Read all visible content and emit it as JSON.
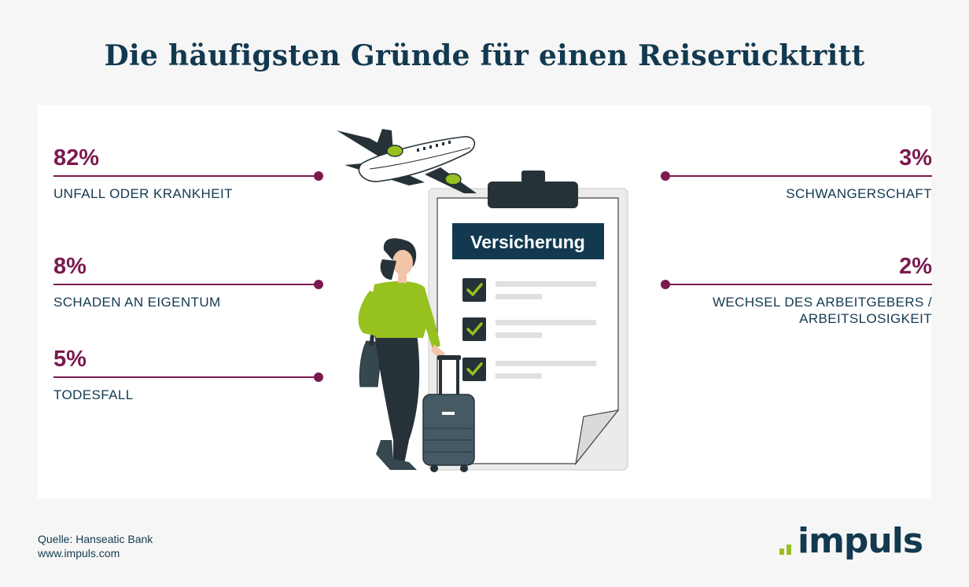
{
  "title": "Die häufigsten Gründe für einen Reiserücktritt",
  "chart_data": {
    "type": "table",
    "title": "Die häufigsten Gründe für einen Reiserücktritt",
    "categories": [
      "UNFALL ODER KRANKHEIT",
      "SCHADEN AN EIGENTUM",
      "TODESFALL",
      "SCHWANGERSCHAFT",
      "WECHSEL DES ARBEITGEBERS / ARBEITSLOSIGKEIT"
    ],
    "values": [
      82,
      8,
      5,
      3,
      2
    ],
    "unit": "%",
    "items": [
      {
        "value": "82%",
        "label": "UNFALL ODER KRANKHEIT"
      },
      {
        "value": "8%",
        "label": "SCHADEN AN EIGENTUM"
      },
      {
        "value": "5%",
        "label": "TODESFALL"
      },
      {
        "value": "3%",
        "label": "SCHWANGERSCHAFT"
      },
      {
        "value": "2%",
        "label": "WECHSEL DES ARBEITGEBERS /",
        "label2": "ARBEITSLOSIGKEIT"
      }
    ]
  },
  "illustration": {
    "clipboard_heading": "Versicherung",
    "icons": [
      "airplane-icon",
      "clipboard-icon",
      "checkbox-icon",
      "traveler-woman-icon",
      "suitcase-icon"
    ]
  },
  "footer": {
    "source": "Quelle: Hanseatic Bank",
    "url": "www.impuls.com"
  },
  "logo": {
    "text": "impuls",
    "accent_color": "#96c11f",
    "text_color": "#12394f"
  },
  "colors": {
    "title": "#12394f",
    "accent": "#7a1a4e",
    "background": "#f6f6f6",
    "panel": "#ffffff",
    "green": "#96c11f"
  }
}
